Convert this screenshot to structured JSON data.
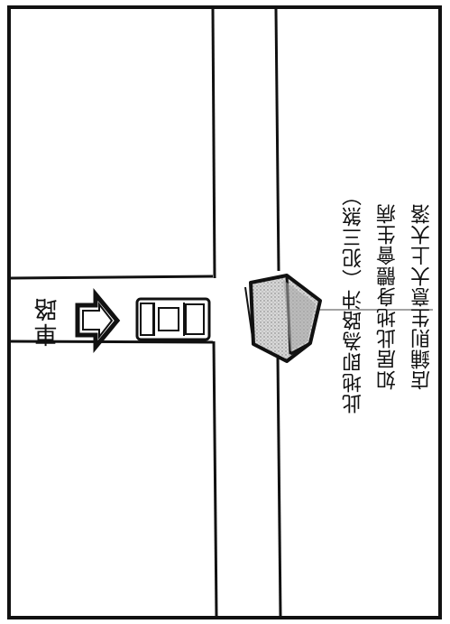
{
  "road_label": "車路",
  "note_lines": [
    "此地即為路沖（犯三煞）",
    "如居此地身體會生病",
    "店鋪則生意大上大落"
  ],
  "colors": {
    "ink": "#111111",
    "paper": "#ffffff",
    "building_fill": "#cfcfcf"
  },
  "icons": {
    "arrow": "right-arrow-icon",
    "car": "car-icon",
    "building": "building-icon"
  }
}
